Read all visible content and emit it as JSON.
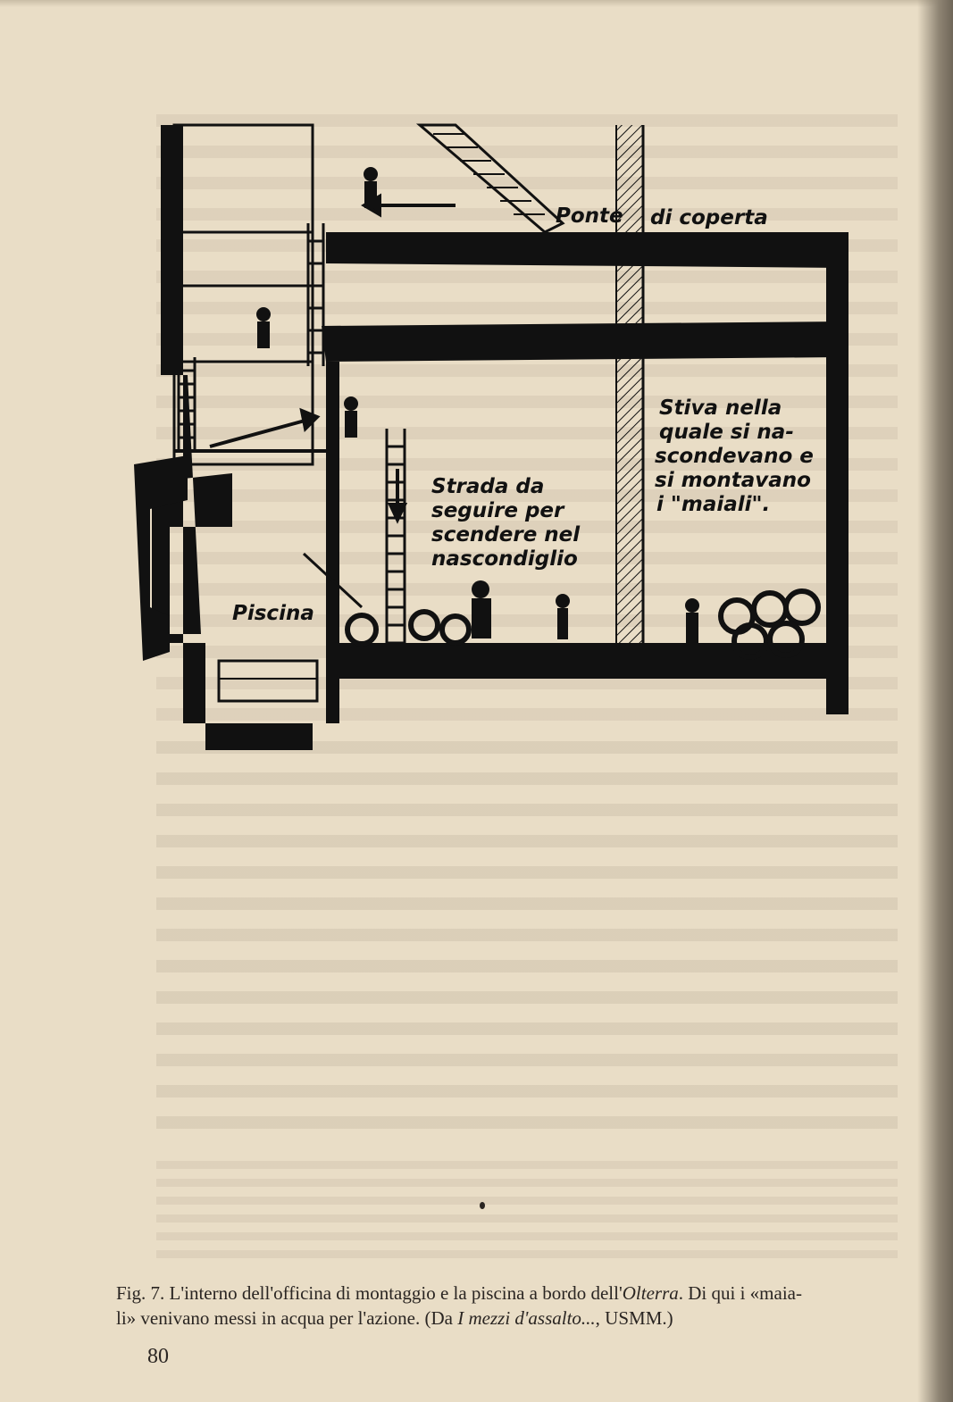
{
  "figure": {
    "labels": {
      "ponte": "Ponte",
      "di_coperta": "di coperta",
      "stiva": [
        "Stiva nella",
        "quale si na-",
        "scondevano e",
        "si montavano",
        "i \"maiali\"."
      ],
      "strada": [
        "Strada da",
        "seguire per",
        "scendere nel",
        "nascondiglio"
      ],
      "piscina": "Piscina"
    }
  },
  "caption": {
    "fig_label": "Fig. 7.",
    "part1": "L'interno dell'officina di montaggio e la piscina a bordo dell'",
    "ship": "Olterra",
    "part2": ". Di qui i «maia-",
    "part3": "li» venivano messi in acqua per l'azione. (Da ",
    "source_title": "I mezzi d'assalto...",
    "part4": ", USMM.)"
  },
  "page_number": "80"
}
